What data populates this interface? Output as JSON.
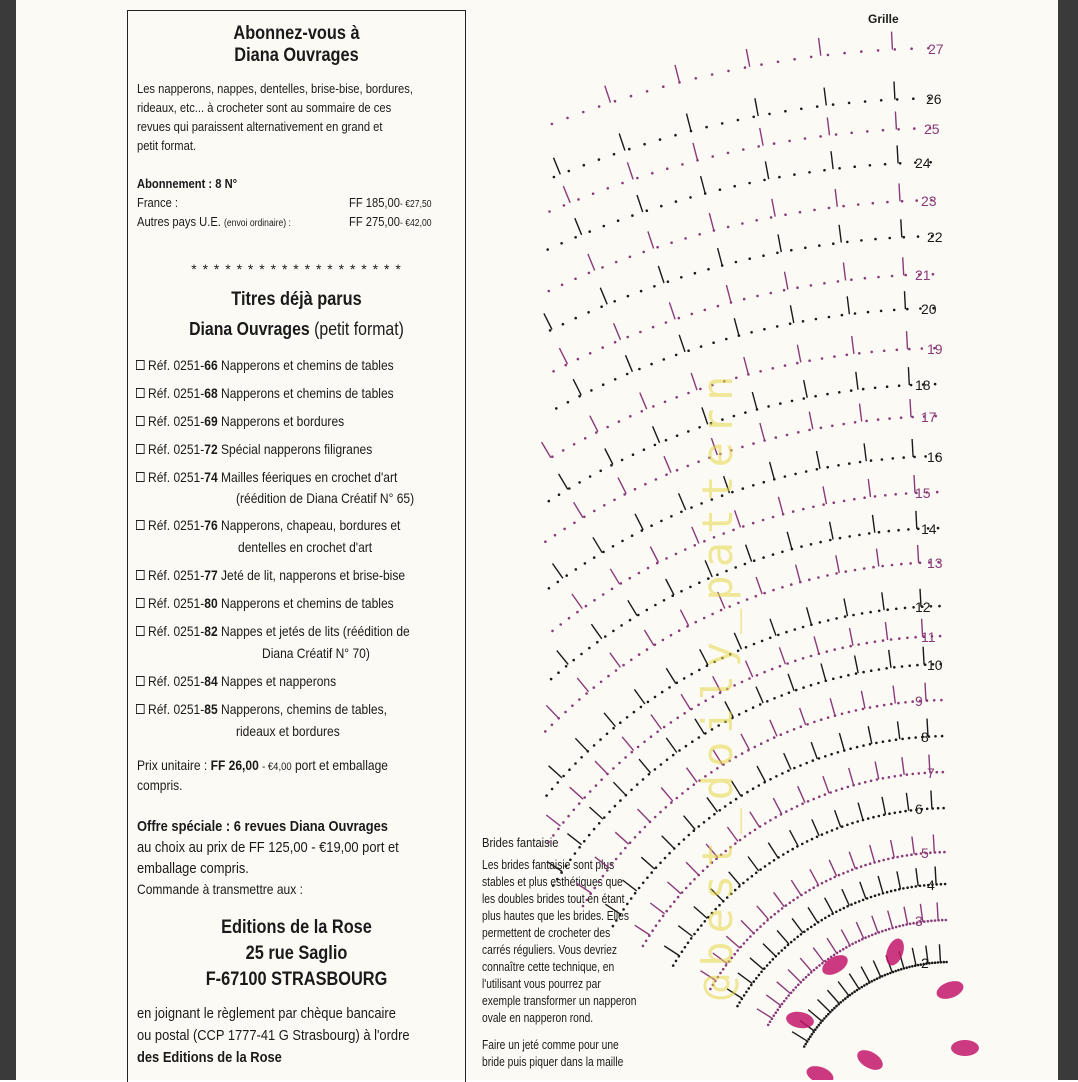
{
  "subscribe": {
    "title_line1": "Abonnez-vous à",
    "title_brand": "Diana",
    "title_brand2": "Ouvrages",
    "intro": [
      "Les napperons, nappes, dentelles, brise-bise, bordures,",
      "rideaux, etc... à crocheter sont au sommaire de ces",
      "revues qui paraissent alternativement en grand et",
      "petit format."
    ],
    "abonnement": "Abonnement : 8 N°",
    "france_label": "France :",
    "france_price": "FF 185,00",
    "france_euro": "- €27,50",
    "eu_label": "Autres pays U.E.",
    "eu_note": "(envoi ordinaire) :",
    "eu_price": "FF 275,00",
    "eu_euro": "- €42,00",
    "stars": "* * * * * * * * * * * * * * * * * * *"
  },
  "titles": {
    "heading": "Titres déjà parus",
    "brand": "Diana Ouvrages",
    "format": "(petit format)",
    "refs": [
      {
        "ref": "Réf. 0251-",
        "num": "66",
        "text": "Napperons et chemins de tables"
      },
      {
        "ref": "Réf. 0251-",
        "num": "68",
        "text": "Napperons et chemins de tables"
      },
      {
        "ref": "Réf. 0251-",
        "num": "69",
        "text": "Napperons et bordures"
      },
      {
        "ref": "Réf. 0251-",
        "num": "72",
        "text": "Spécial napperons filigranes"
      },
      {
        "ref": "Réf. 0251-",
        "num": "74",
        "text": "Mailles féeriques en crochet d'art"
      },
      {
        "ref": "",
        "num": "",
        "text": "(réédition de Diana Créatif N° 65)"
      },
      {
        "ref": "Réf. 0251-",
        "num": "76",
        "text": "Napperons, chapeau, bordures et"
      },
      {
        "ref": "",
        "num": "",
        "text": "dentelles en crochet d'art"
      },
      {
        "ref": "Réf. 0251-",
        "num": "77",
        "text": "Jeté de lit, napperons et brise-bise"
      },
      {
        "ref": "Réf. 0251-",
        "num": "80",
        "text": "Napperons et chemins de tables"
      },
      {
        "ref": "Réf. 0251-",
        "num": "82",
        "text": "Nappes et jetés de lits (réédition de"
      },
      {
        "ref": "",
        "num": "",
        "text": "Diana Créatif N° 70)"
      },
      {
        "ref": "Réf. 0251-",
        "num": "84",
        "text": "Nappes et napperons"
      },
      {
        "ref": "Réf. 0251-",
        "num": "85",
        "text": "Napperons, chemins de tables,"
      },
      {
        "ref": "",
        "num": "",
        "text": "rideaux et bordures"
      }
    ]
  },
  "prix": {
    "line1_a": "Prix unitaire :",
    "line1_b": "FF 26,00",
    "line1_c": "- €4,00",
    "line1_d": "port et emballage",
    "line2": "compris."
  },
  "offre": {
    "line1": "Offre spéciale : 6 revues Diana Ouvrages",
    "line2": "au choix au prix de FF 125,00 - €19,00 port et",
    "line3": "emballage compris.",
    "line4": "Commande à transmettre aux :"
  },
  "address": {
    "line1": "Editions de la Rose",
    "line2": "25 rue Saglio",
    "line3": "F-67100 STRASBOURG"
  },
  "footer": {
    "line1": "en joignant le règlement par chèque bancaire",
    "line2": "ou postal (CCP 1777-41 G Strasbourg) à l'ordre",
    "line3": "des Editions de la Rose"
  },
  "diagram": {
    "grille_label": "Grille",
    "rows": [
      "27",
      "26",
      "25",
      "24",
      "23",
      "22",
      "21",
      "20",
      "19",
      "18",
      "17",
      "16",
      "15",
      "14",
      "13",
      "12",
      "11",
      "10",
      "9",
      "8",
      "7",
      "6",
      "5",
      "4",
      "3",
      "2"
    ],
    "colors": {
      "black": "#1a1a1a",
      "purple": "#8a3a7a",
      "pink": "#c2186b"
    }
  },
  "brides": {
    "title": "Brides fantaisie",
    "lines": [
      "Les brides fantaisie sont plus",
      "stables et plus esthétiques que",
      "les doubles brides tout en étant",
      "plus hautes que les brides. Elles",
      "permettent de crocheter des",
      "carrés réguliers. Vous devriez",
      "connaître cette technique, en",
      "l'utilisant vous pourrez par",
      "exemple transformer un napperon",
      "ovale en napperon rond.",
      "",
      "Faire un jeté comme pour une",
      "bride puis piquer dans la maille"
    ]
  },
  "watermark": "@best_doily_pattern"
}
